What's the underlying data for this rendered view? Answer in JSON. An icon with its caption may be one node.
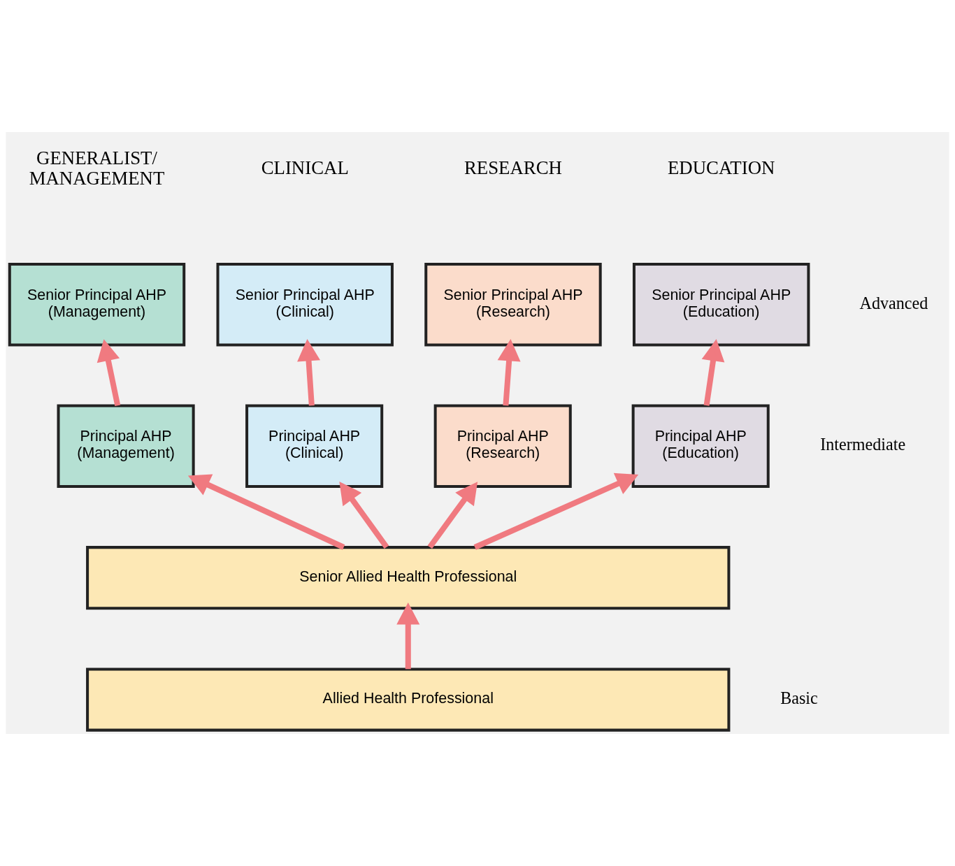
{
  "diagram": {
    "nodes": [
      {
        "text": [
          "Senior Principal AHP (Management)"
        ]
      },
      {
        "text": [
          "Senior Principal AHP (Clinical)"
        ]
      },
      {
        "text": [
          "Senior Principal AHP (Research)"
        ]
      },
      {
        "text": [
          "Senior Principal AHP (Education)"
        ]
      },
      {
        "text": [
          "Principal AHP (Management)"
        ]
      },
      {
        "text": [
          "Principal AHP (Clinical)"
        ]
      },
      {
        "text": [
          "Principal AHP (Research)"
        ]
      },
      {
        "text": [
          "Principal AHP (Education)"
        ]
      },
      {
        "text": [
          "Senior Allied Health Professional"
        ]
      },
      {
        "text": [
          "Allied Health Professional"
        ]
      }
    ],
    "edges": [
      {
        "from": 4,
        "to": 0,
        "arrow": "to"
      },
      {
        "from": 5,
        "to": 1,
        "arrow": "to"
      },
      {
        "from": 6,
        "to": 2,
        "arrow": "to"
      },
      {
        "from": 7,
        "to": 3,
        "arrow": "to"
      },
      {
        "from": 8,
        "to": 4,
        "arrow": "to"
      },
      {
        "from": 8,
        "to": 5,
        "arrow": "to"
      },
      {
        "from": 8,
        "to": 6,
        "arrow": "to"
      },
      {
        "from": 8,
        "to": 7,
        "arrow": "to"
      },
      {
        "from": 9,
        "to": 8,
        "arrow": "to"
      }
    ],
    "labels": [
      "GENERALIST/ MANAGEMENT",
      "CLINICAL",
      "RESEARCH",
      "EDUCATION",
      "Advanced",
      "Intermediate",
      "Basic"
    ]
  }
}
